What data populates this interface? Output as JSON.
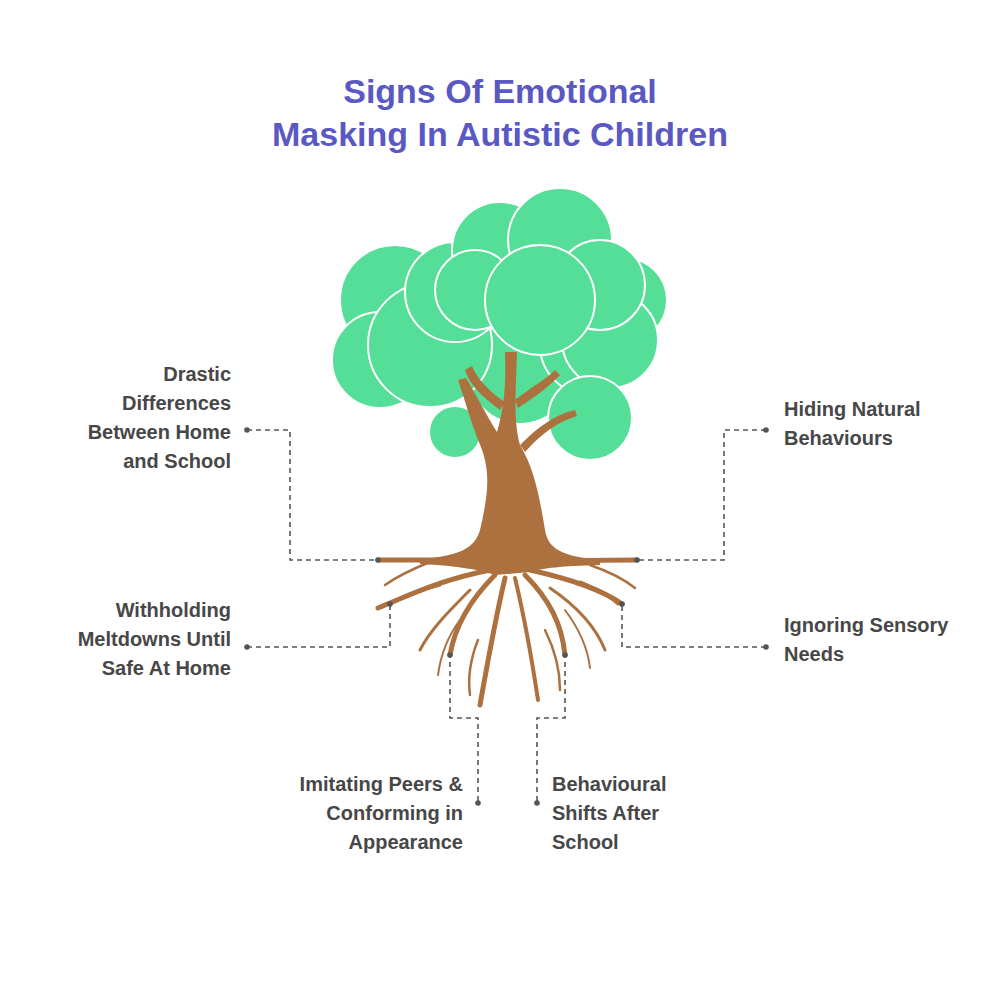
{
  "diagram": {
    "title": "Signs Of Emotional Masking In Autistic Children",
    "labels": [
      "Drastic Differences Between Home and School",
      "Hiding Natural Behaviours",
      "Withholding Meltdowns Until Safe At Home",
      "Ignoring Sensory Needs",
      "Imitating Peers & Conforming in Appearance",
      "Behavioural Shifts After School"
    ]
  }
}
